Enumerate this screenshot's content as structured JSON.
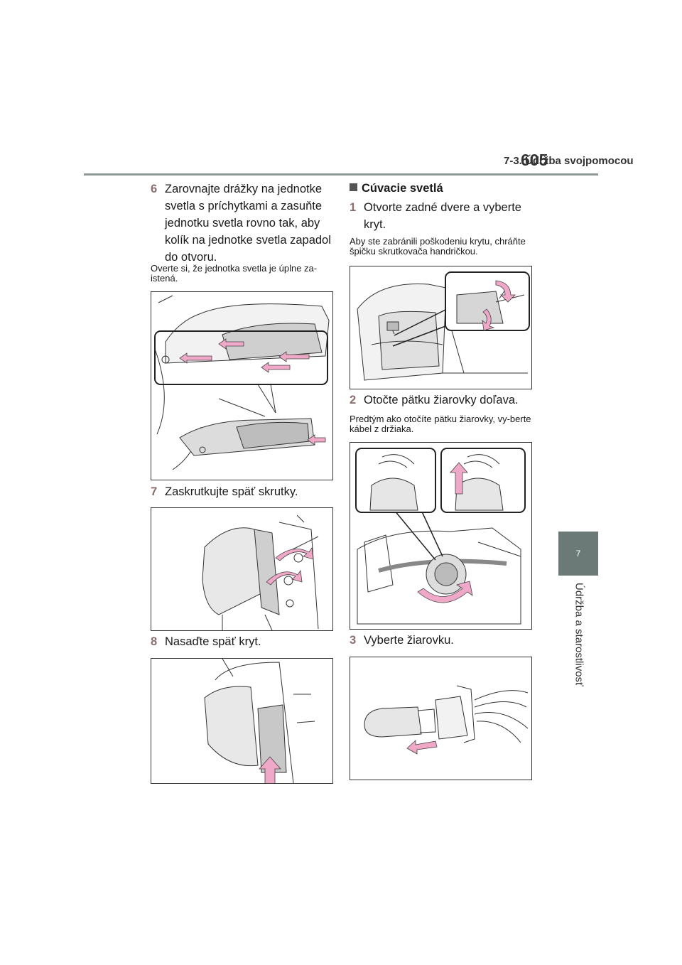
{
  "header": {
    "section": "7-3. Údržba svojpomocou",
    "page_number": "605"
  },
  "side_tab": {
    "chapter": "7",
    "label": "Údržba a starostlivosť"
  },
  "left": {
    "step6": {
      "num": "6",
      "text": "Zarovnajte drážky na jednotke svetla s príchytkami a zasuňte jednotku svetla rovno tak, aby kolík na jednotke svetla zapadol do otvoru."
    },
    "note6": "Overte si, že jednotka svetla je úplne za-istená.",
    "step7": {
      "num": "7",
      "text": "Zaskrutkujte späť skrutky."
    },
    "step8": {
      "num": "8",
      "text": "Nasaďte späť kryt."
    }
  },
  "right": {
    "section_title": "Cúvacie svetlá",
    "step1": {
      "num": "1",
      "text": "Otvorte zadné dvere a vyberte kryt."
    },
    "note1": "Aby ste zabránili poškodeniu krytu, chráňte špičku skrutkovača handričkou.",
    "step2": {
      "num": "2",
      "text": "Otočte pätku žiarovky doľava."
    },
    "note2": "Predtým ako otočíte pätku žiarovky, vy-berte kábel z držiaka.",
    "step3": {
      "num": "3",
      "text": "Vyberte žiarovku."
    }
  },
  "colors": {
    "arrow_pink": "#f0a8c8",
    "tab_gray": "#6b7a76",
    "rule_gray": "#8f9a96",
    "step_num": "#8a6d6d"
  }
}
